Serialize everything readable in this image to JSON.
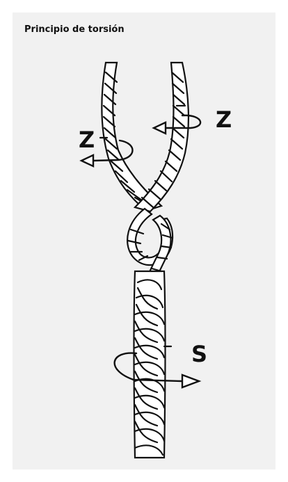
{
  "title": "Principio de torsión",
  "labels": {
    "left_strand": "Z",
    "right_strand": "Z",
    "combined_rope": "S"
  },
  "colors": {
    "panel_background": "#f1f1f1",
    "line": "#111111",
    "fill": "#ffffff"
  }
}
